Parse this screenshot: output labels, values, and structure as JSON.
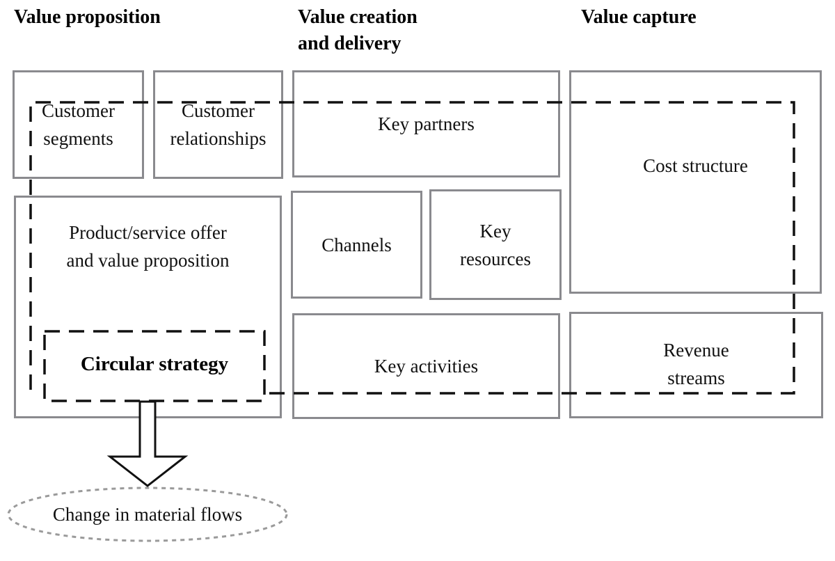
{
  "headers": {
    "value_proposition": "Value proposition",
    "value_creation": "Value creation\nand delivery",
    "value_capture": "Value capture"
  },
  "blocks": {
    "customer_segments": "Customer\nsegments",
    "customer_relationships": "Customer\nrelationships",
    "key_partners": "Key partners",
    "cost_structure": "Cost structure",
    "product_service_offer": "Product/service offer\nand value proposition",
    "channels": "Channels",
    "key_resources": "Key\nresources",
    "key_activities": "Key activities",
    "revenue_streams": "Revenue\nstreams"
  },
  "circular_strategy": "Circular strategy",
  "outcome": "Change in material flows",
  "colors": {
    "box_border": "#8a8a8e",
    "dashed_line": "#111111",
    "ellipse_border": "#9a9a9a"
  }
}
